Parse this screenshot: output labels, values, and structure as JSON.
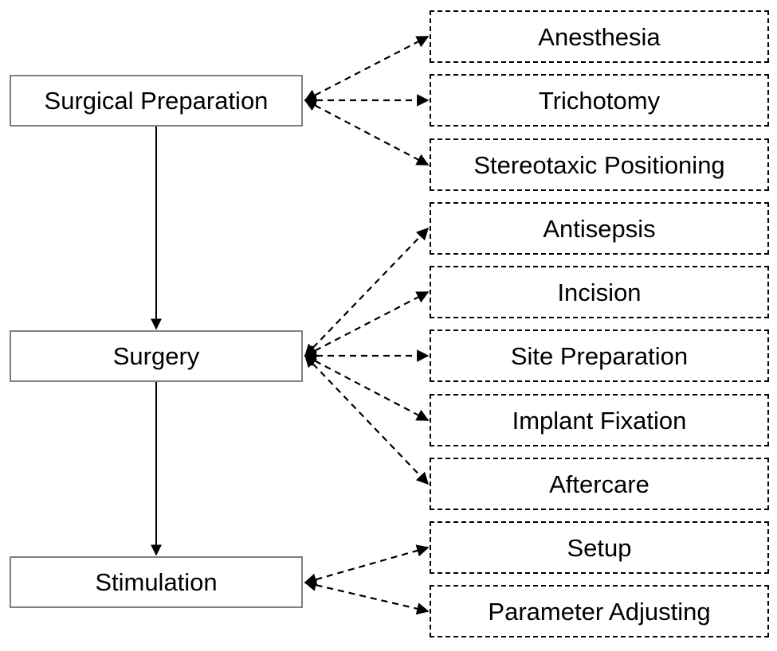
{
  "diagram": {
    "type": "flowchart",
    "direction": "top-to-bottom stages, left-to-right substeps",
    "stages": [
      {
        "label": "Surgical Preparation",
        "substeps": [
          "Anesthesia",
          "Trichotomy",
          "Stereotaxic Positioning"
        ]
      },
      {
        "label": "Surgery",
        "substeps": [
          "Antisepsis",
          "Incision",
          "Site Preparation",
          "Implant Fixation",
          "Aftercare"
        ]
      },
      {
        "label": "Stimulation",
        "substeps": [
          "Setup",
          "Parameter Adjusting"
        ]
      }
    ],
    "colors": {
      "background": "#ffffff",
      "stage_box_border": "#7f7f7f",
      "substep_box_border": "#000000",
      "arrow": "#000000",
      "text": "#000000"
    },
    "arrow_styles": {
      "stage_to_stage": "solid line, arrowhead pointing down",
      "stage_to_substep": "dashed line, arrowhead at both ends"
    }
  }
}
